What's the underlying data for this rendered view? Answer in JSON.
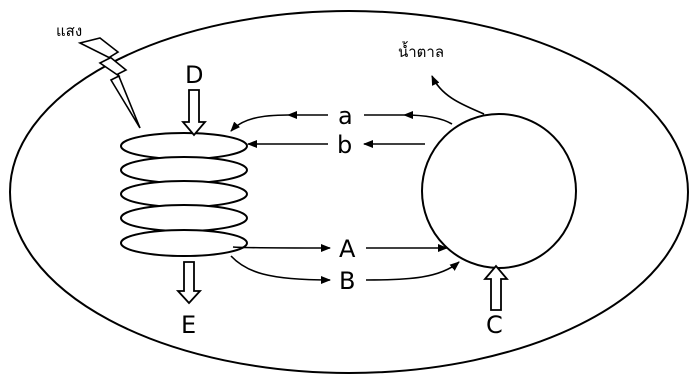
{
  "labels": {
    "light": "แสง",
    "sugar": "น้ำตาล",
    "D": "D",
    "E": "E",
    "C": "C",
    "a": "a",
    "b": "b",
    "A": "A",
    "B": "B"
  },
  "colors": {
    "ink": "#000000",
    "background": "#ffffff"
  },
  "icons": {
    "light": "lightning-bolt-icon"
  }
}
